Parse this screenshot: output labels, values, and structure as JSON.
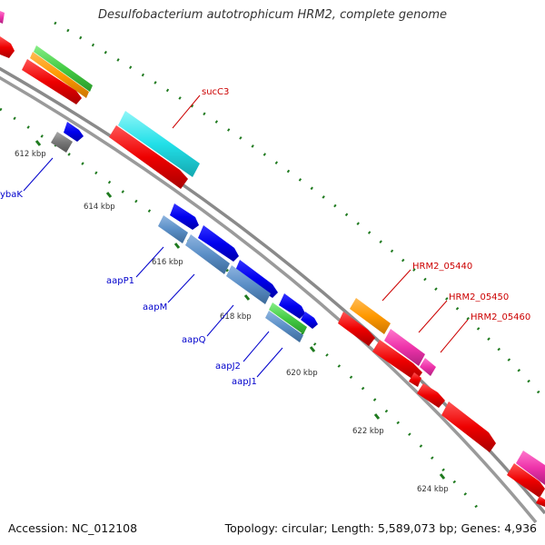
{
  "title": "Desulfobacterium autotrophicum HRM2, complete genome",
  "footer": {
    "accession": "Accession: NC_012108",
    "summary": "Topology: circular; Length: 5,589,073 bp; Genes: 4,936"
  },
  "ticks": [
    "612 kbp",
    "614 kbp",
    "616 kbp",
    "618 kbp",
    "620 kbp",
    "622 kbp",
    "624 kbp"
  ],
  "genes": [
    {
      "name": "succ3",
      "label": "sucC3",
      "color": "#cc0000"
    },
    {
      "name": "ybak",
      "label": "ybaK",
      "color": "#0000cc"
    },
    {
      "name": "aapp1",
      "label": "aapP1",
      "color": "#0000cc"
    },
    {
      "name": "aapm",
      "label": "aapM",
      "color": "#0000cc"
    },
    {
      "name": "aapq",
      "label": "aapQ",
      "color": "#0000cc"
    },
    {
      "name": "aapj2",
      "label": "aapJ2",
      "color": "#0000cc"
    },
    {
      "name": "aapj1",
      "label": "aapJ1",
      "color": "#0000cc"
    },
    {
      "name": "hrm2-05440",
      "label": "HRM2_05440",
      "color": "#cc0000"
    },
    {
      "name": "hrm2-05450",
      "label": "HRM2_05450",
      "color": "#cc0000"
    },
    {
      "name": "hrm2-05460",
      "label": "HRM2_05460",
      "color": "#cc0000"
    }
  ],
  "colors": {
    "backbone": "#8a8a8a",
    "tick": "#1f7a1f",
    "cds": "#ff0000",
    "cds_blue": "#0000ee",
    "cds_steel": "#5b8fc7",
    "green": "#44cc44",
    "orange": "#ff9900",
    "cyan": "#22e0e8",
    "magenta": "#ee33aa",
    "gray": "#777777"
  }
}
